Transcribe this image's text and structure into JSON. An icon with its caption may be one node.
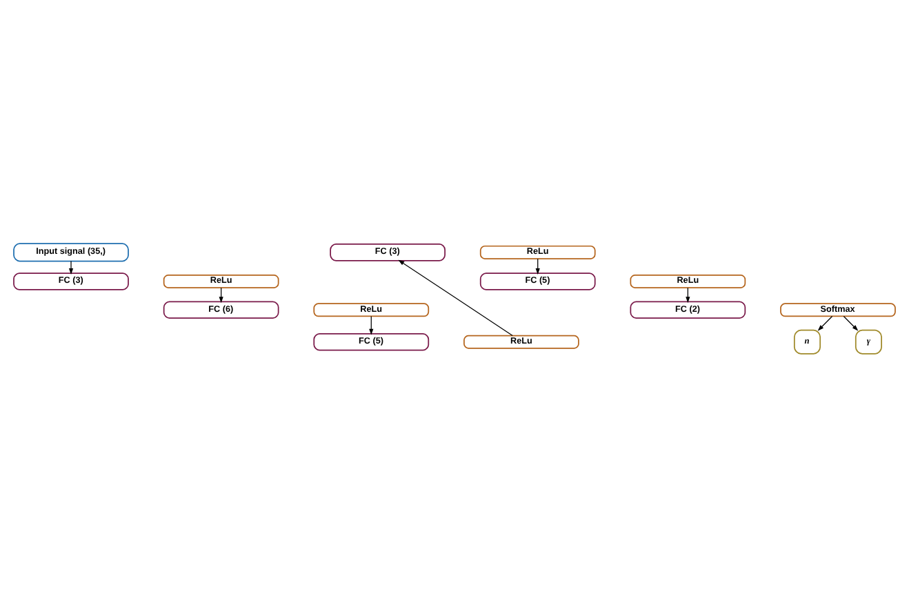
{
  "diagram": {
    "nodes": [
      {
        "text": [
          "Input signal (35,)"
        ]
      },
      {
        "text": [
          "FC (3)"
        ]
      },
      {
        "text": [
          "ReLu"
        ]
      },
      {
        "text": [
          "FC (6)"
        ]
      },
      {
        "text": [
          "ReLu"
        ]
      },
      {
        "text": [
          "FC (5)"
        ]
      },
      {
        "text": [
          "ReLu"
        ]
      },
      {
        "text": [
          "FC (3)"
        ]
      },
      {
        "text": [
          "ReLu"
        ]
      },
      {
        "text": [
          "FC (5)"
        ]
      },
      {
        "text": [
          "ReLu"
        ]
      },
      {
        "text": [
          "FC (2)"
        ]
      },
      {
        "text": [
          "Softmax"
        ]
      },
      {
        "text": [
          "n"
        ]
      },
      {
        "text": [
          "γ"
        ]
      }
    ],
    "edges": [
      {
        "from": 0,
        "to": 1,
        "arrow": "to"
      },
      {
        "from": 2,
        "to": 3,
        "arrow": "to"
      },
      {
        "from": 4,
        "to": 5,
        "arrow": "to"
      },
      {
        "from": 6,
        "to": 7,
        "arrow": "to"
      },
      {
        "from": 8,
        "to": 9,
        "arrow": "to"
      },
      {
        "from": 10,
        "to": 11,
        "arrow": "to"
      },
      {
        "from": 12,
        "to": 13,
        "arrow": "to"
      },
      {
        "from": 12,
        "to": 14,
        "arrow": "to"
      }
    ]
  }
}
